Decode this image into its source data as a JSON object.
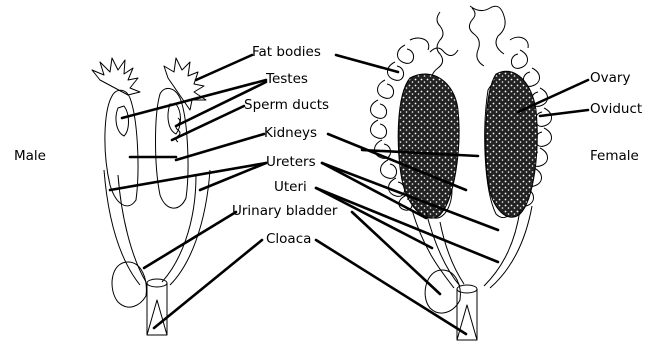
{
  "side_labels": {
    "male": "Male",
    "female": "Female"
  },
  "labels": {
    "fat_bodies": "Fat bodies",
    "testes": "Testes",
    "sperm_ducts": "Sperm ducts",
    "kidneys": "Kidneys",
    "ureters": "Ureters",
    "uteri": "Uteri",
    "urinary_bladder": "Urinary bladder",
    "cloaca": "Cloaca",
    "ovary": "Ovary",
    "oviduct": "Oviduct"
  },
  "colors": {
    "ink": "#000000",
    "background": "#ffffff",
    "ovary_fill": "#333333"
  }
}
